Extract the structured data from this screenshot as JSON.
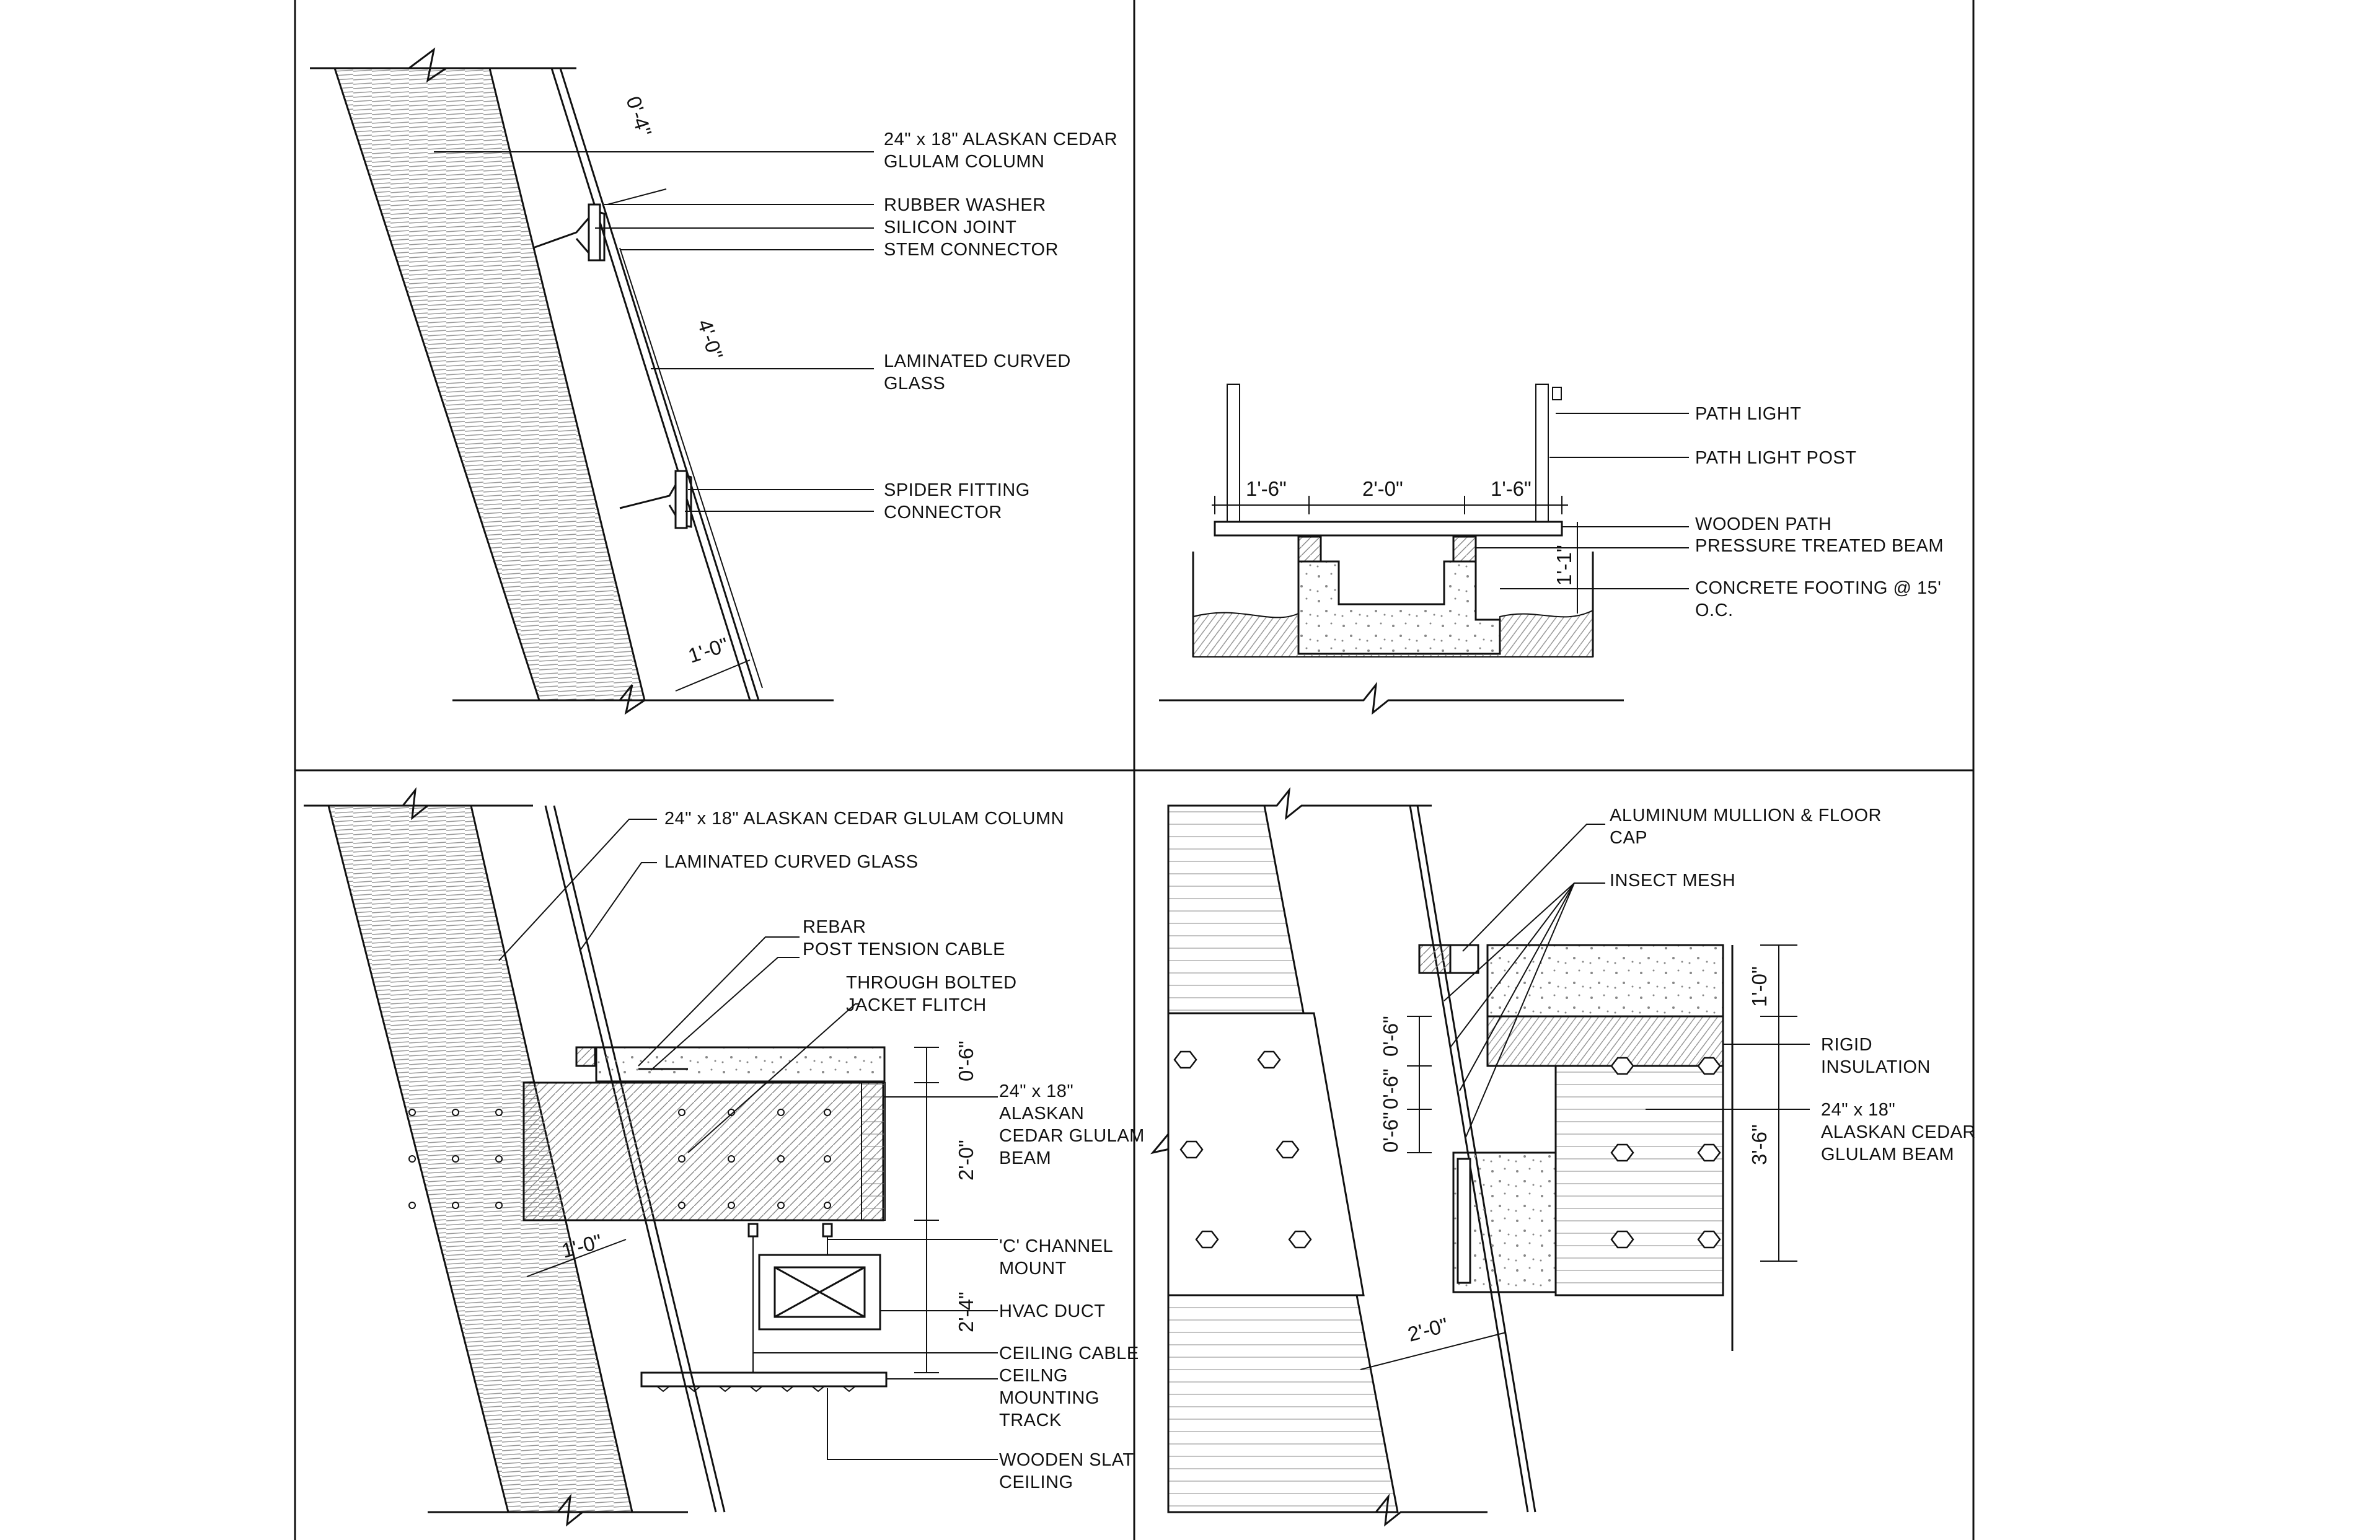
{
  "colors": {
    "ink": "#111111",
    "hatch": "#888888",
    "paper": "#ffffff"
  },
  "panels": {
    "top_left": {
      "labels": [
        "24\" x 18\" ALASKAN CEDAR",
        "GLULAM COLUMN",
        "RUBBER WASHER",
        "SILICON JOINT",
        "STEM CONNECTOR",
        "LAMINATED CURVED",
        "GLASS",
        "SPIDER FITTING",
        "CONNECTOR"
      ],
      "dims": [
        "0'-4\"",
        "4'-0\"",
        "1'-0\""
      ]
    },
    "top_right": {
      "labels": [
        "PATH LIGHT",
        "PATH LIGHT POST",
        "WOODEN PATH",
        "PRESSURE TREATED BEAM",
        "CONCRETE FOOTING @ 15'",
        "O.C."
      ],
      "dims": [
        "1'-6\"",
        "2'-0\"",
        "1'-6\"",
        "1'-1\""
      ]
    },
    "bottom_left": {
      "labels": [
        "24\" x 18\" ALASKAN CEDAR GLULAM COLUMN",
        "LAMINATED CURVED GLASS",
        "REBAR",
        "POST TENSION CABLE",
        "THROUGH BOLTED",
        "JACKET FLITCH",
        "24\" x 18\"",
        "ALASKAN",
        "CEDAR GLULAM",
        "BEAM",
        "'C' CHANNEL",
        "MOUNT",
        "HVAC DUCT",
        "CEILING CABLE",
        "CEILNG",
        "MOUNTING",
        "TRACK",
        "WOODEN SLAT",
        "CEILING"
      ],
      "dims": [
        "0'-6\"",
        "2'-0\"",
        "2'-4\"",
        "1'-0\""
      ]
    },
    "bottom_right": {
      "labels": [
        "ALUMINUM MULLION & FLOOR",
        "CAP",
        "INSECT MESH",
        "RIGID",
        "INSULATION",
        "24\" x 18\"",
        "ALASKAN CEDAR",
        "GLULAM BEAM"
      ],
      "dims": [
        "1'-0\"",
        "0'-6\"",
        "0'-6\"",
        "0'-6\"",
        "3'-6\"",
        "2'-0\""
      ]
    }
  }
}
